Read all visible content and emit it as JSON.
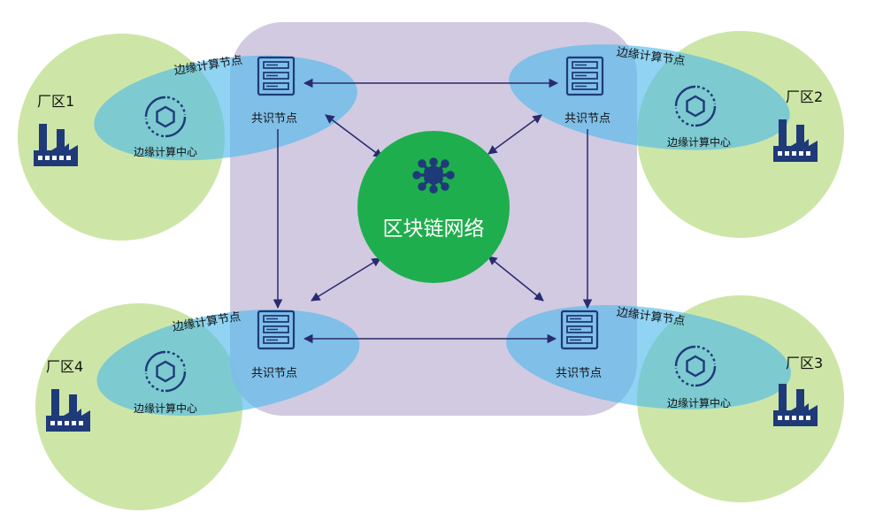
{
  "blockchain": {
    "label": "区块链网络"
  },
  "zones": [
    {
      "id": "z1",
      "label": "厂区1",
      "edge_label": "边缘计算节点",
      "center_label": "边缘计算中心",
      "node_label": "共识节点"
    },
    {
      "id": "z2",
      "label": "厂区2",
      "edge_label": "边缘计算节点",
      "center_label": "边缘计算中心",
      "node_label": "共识节点"
    },
    {
      "id": "z3",
      "label": "厂区3",
      "edge_label": "边缘计算节点",
      "center_label": "边缘计算中心",
      "node_label": "共识节点"
    },
    {
      "id": "z4",
      "label": "厂区4",
      "edge_label": "边缘计算节点",
      "center_label": "边缘计算中心",
      "node_label": "共识节点"
    }
  ],
  "colors": {
    "zone_fill": "#cde6a7",
    "panel_fill": "#cdc6de",
    "edge_ellipse": "#4cb8ec",
    "blockchain_fill": "#1fae4d",
    "icon_navy": "#1f3a79",
    "arrow": "#2a2a6e"
  }
}
